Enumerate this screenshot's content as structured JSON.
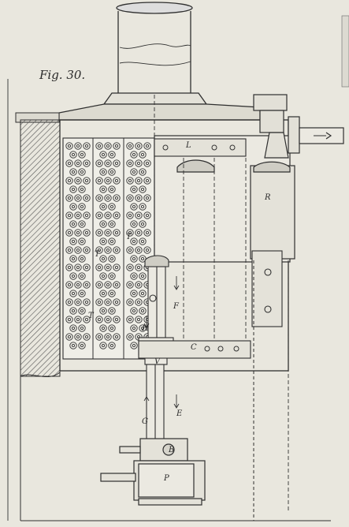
{
  "figure": {
    "caption": "Fig. 30."
  },
  "labels": {
    "L": "L",
    "R": "R",
    "T1": "T",
    "T2": "T",
    "T3": "T",
    "F": "F",
    "H": "H",
    "C": "C",
    "V": "V",
    "G": "G",
    "E": "E",
    "B": "B",
    "P": "P"
  },
  "colors": {
    "paper": "#e9e7de",
    "ink": "#2f2f2f",
    "hatch": "#6a6a66"
  }
}
